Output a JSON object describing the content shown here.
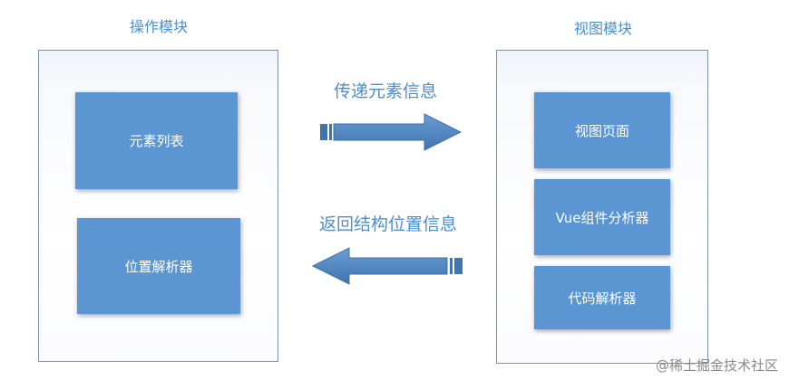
{
  "left_module": {
    "title": "操作模块",
    "boxes": [
      "元素列表",
      "位置解析器"
    ]
  },
  "right_module": {
    "title": "视图模块",
    "boxes": [
      "视图页面",
      "Vue组件分析器",
      "代码解析器"
    ]
  },
  "arrows": {
    "forward_label": "传递元素信息",
    "backward_label": "返回结构位置信息"
  },
  "watermark": "@稀土掘金技术社区",
  "colors": {
    "box_fill": "#5b96d2",
    "arrow_fill": "#4f86c0",
    "title_text": "#4a8fd0",
    "panel_border": "#7f93ad"
  }
}
